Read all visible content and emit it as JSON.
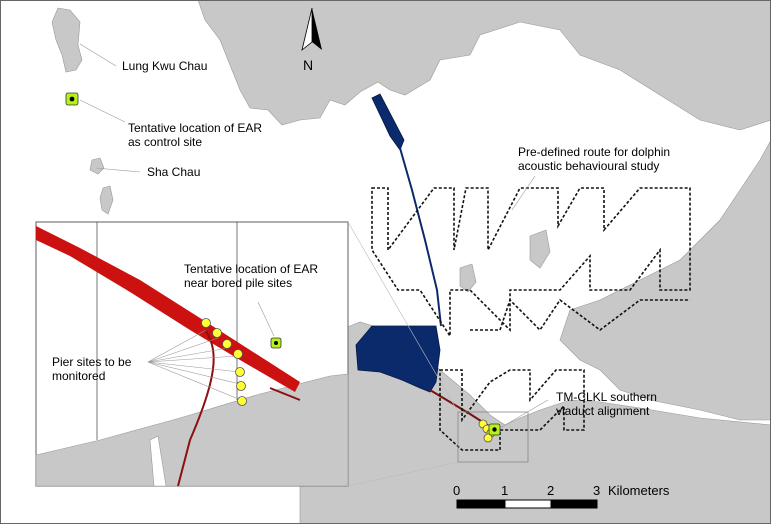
{
  "labels": {
    "lung_kwu_chau": "Lung Kwu Chau",
    "ear_control_line1": "Tentative location of EAR",
    "ear_control_line2": "as control site",
    "sha_chau": "Sha Chau",
    "route_line1": "Pre-defined route for dolphin",
    "route_line2": "acoustic behavioural study",
    "ear_bored_line1": "Tentative location of EAR",
    "ear_bored_line2": "near bored pile sites",
    "pier_line1": "Pier sites to be",
    "pier_line2": "monitored",
    "viaduct_line1": "TM-CLKL southern",
    "viaduct_line2": "viaduct alignment"
  },
  "north_arrow": {
    "label": "N"
  },
  "scale_bar": {
    "ticks": [
      "0",
      "1",
      "2",
      "3"
    ],
    "unit": "Kilometers"
  },
  "colors": {
    "sea": "#ffffff",
    "land": "#c8c8c8",
    "reclamation": "#0b2a6b",
    "alignment": "#cc1111",
    "pier": "#ffff33",
    "ear_marker": "#b5f21a"
  }
}
